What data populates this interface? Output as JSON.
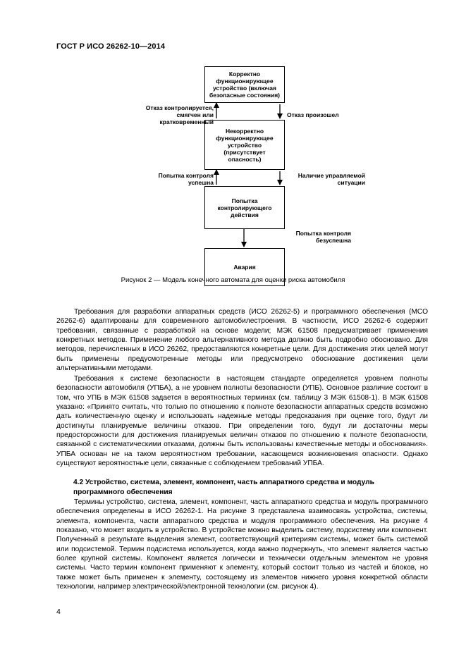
{
  "header": {
    "title": "ГОСТ Р ИСО 26262-10—2014"
  },
  "diagram": {
    "states": [
      "Корректно функционирующее устройство (включая безопасные состояния)",
      "Некорректно функционирующее устройство (присутствует опасность)",
      "Попытка контролирующего действия",
      "Авария"
    ],
    "transitions": [
      "Отказ контролируется, смягчен или кратковременный",
      "Отказ произошел",
      "Попытка контроля успешна",
      "Наличие управляемой ситуации",
      "Попытка контроля безуспешна"
    ]
  },
  "caption": "Рисунок 2 — Модель конечного автомата для оценки риска автомобиля",
  "paragraphs": [
    "Требования для разработки аппаратных средств (ИСО 26262-5) и программного обеспечения (МСО 26262-6) адаптированы для современного автомобилестроения. В частности, ИСО 26262-6 содержит требования, связанные с разработкой на основе модели; МЭК 61508 предусматривает применения конкретных методов. Применение любого альтернативного метода должно быть подробно обосновано. Для методов, перечисленных в ИСО 26262, предоставляются конкретные цели. Для достижения этих целей могут быть применены предусмотренные методы или предусмотрено обоснование достижения цели альтернативными методами.",
    "Требования к системе безопасности в настоящем стандарте определяется уровнем полноты безопасности автомобиля (УПБА), а не уровнем полноты безопасности (УПБ). Основное различие состоит в том, что УПБ в МЭК 61508 задается в вероятностных терминах (см. таблицу 3 МЭК 61508-1). В МЭК 61508 указано: «Принято считать, что только по отношению к полноте безопасности аппаратных средств возможно дать количественную оценку и использовать надежные методы предсказания при оценке того, будут ли достигнуты планируемые величины отказов. При определении того, будут ли достаточны меры предосторожности для достижения планируемых величин отказов по отношению к полноте безопасности, связанной с систематическими отказами, должны быть использованы качественные методы и обоснования». УПБА основан не на таком вероятностном требовании, касающемся возникновения опасности. Однако существуют вероятностные цели, связанные с соблюдением требований УПБА."
  ],
  "section": {
    "heading": "4.2 Устройство, система, элемент, компонент, часть аппаратного средства и модуль программного обеспечения",
    "text": "Термины устройство, система, элемент, компонент, часть аппаратного средства и модуль программного обеспечения определены в ИСО 26262-1. На рисунке 3 представлена взаимосвязь устройства, системы, элемента, компонента, части аппаратного средства и модуля программного обеспечения. На рисунке 4 показано, что может входить в устройство. В устройстве можно выделить систему, подсистему или компонент. Полученный в результате выделения элемент, соответствующий критериям системы, может быть системой или подсистемой. Термин подсистема используется, когда важно подчеркнуть, что элемент является частью более крупной системы. Компонент является логически и технически отдельным элементом не уровня системы. Часто термин компонент применяют к элементу, который состоит только из частей и блоков, но также может быть применен к элементу, состоящему из элементов нижнего уровня конкретной области технологии, например электрической/электронной технологии (см. рисунок 4)."
  },
  "page_number": "4"
}
